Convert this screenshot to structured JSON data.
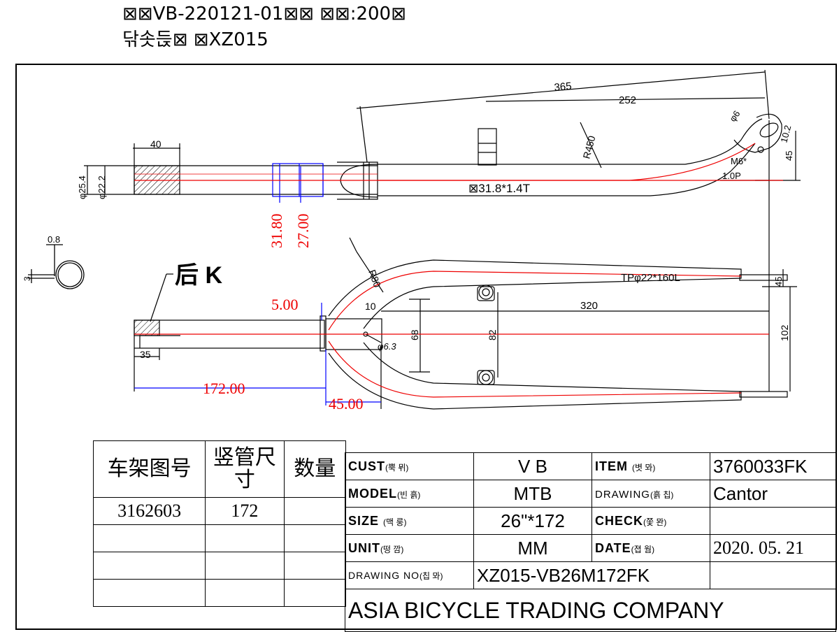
{
  "header": {
    "line1": "⊠⊠VB-220121-01⊠⊠ ⊠⊠:200⊠",
    "line2": "닦솟듡⊠ ⊠XZ015"
  },
  "drawing": {
    "dims": {
      "d365": "365",
      "d252": "252",
      "r450": "R450",
      "phi6": "φ6",
      "d10_2": "10.2",
      "d45_top": "45",
      "m6": "M6*",
      "p1": "1.0P",
      "d40": "40",
      "phi25_4": "φ25.4",
      "phi22_2": "φ22.2",
      "tube": "⊠31.8*1.4T",
      "d31_80": "31.80",
      "d27_00": "27.00",
      "d0_8": "0.8",
      "d3": "3",
      "rear_k": "后 K",
      "r80": "R80",
      "d5_00": "5.00",
      "d10": "10",
      "phi6_3": "φ6.3",
      "d320": "320",
      "d68": "68",
      "d82": "82",
      "d102": "102",
      "d45_right": "45",
      "tp": "TPφ22*160L",
      "d35": "35",
      "d172": "172.00",
      "d45_00": "45.00"
    }
  },
  "bom": {
    "headers": [
      "车架图号",
      "竖管尺寸",
      "数量"
    ],
    "header_sizes": [
      "车架图号",
      "竖管尺",
      "寸"
    ],
    "row1": [
      "3162603",
      "172",
      ""
    ]
  },
  "title_block": {
    "cust_label": "CUST",
    "cust_sub": "(뿍 뮈)",
    "cust_value": "V B",
    "item_label": "ITEM",
    "item_sub": "(볏 뫄)",
    "item_value": "3760033FK",
    "model_label": "MODEL",
    "model_sub": "(빈 흙)",
    "model_value": "MTB",
    "drawing_label": "DRAWING",
    "drawing_sub": "(흙 칩)",
    "drawing_value": "Cantor",
    "size_label": "SIZE",
    "size_sub": "(맥 룽)",
    "size_value": "26\"*172",
    "check_label": "CHECK",
    "check_sub": "(쫓 뫈)",
    "check_value": "",
    "unit_label": "UNIT",
    "unit_sub": "(떵 깜)",
    "unit_value": "MM",
    "date_label": "DATE",
    "date_sub": "(졉 웜)",
    "date_value": "2020. 05. 21",
    "drawno_label": "DRAWING NO",
    "drawno_sub": "(칩 뫄)",
    "drawno_value": "XZ015-VB26M172FK",
    "company": "ASIA BICYCLE TRADING COMPANY"
  }
}
